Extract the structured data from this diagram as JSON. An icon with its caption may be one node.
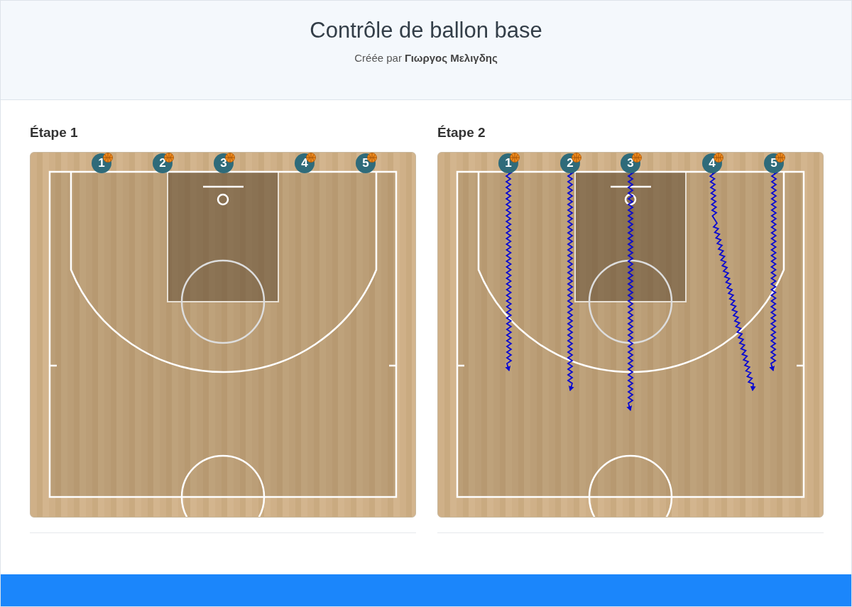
{
  "diagram": {
    "title": "Contrôle de ballon base",
    "nodes": [
      {
        "text": [
          "1"
        ]
      },
      {
        "text": [
          "2"
        ]
      },
      {
        "text": [
          "3"
        ]
      },
      {
        "text": [
          "4"
        ]
      },
      {
        "text": [
          "5"
        ]
      },
      {
        "text": [
          "1"
        ]
      },
      {
        "text": [
          "2"
        ]
      },
      {
        "text": [
          "3"
        ]
      },
      {
        "text": [
          "4"
        ]
      },
      {
        "text": [
          "5"
        ]
      }
    ],
    "edges": [
      {
        "from": 5,
        "to": null,
        "arrow": "to"
      },
      {
        "from": 6,
        "to": null,
        "arrow": "to"
      },
      {
        "from": 7,
        "to": null,
        "arrow": "to"
      },
      {
        "from": 8,
        "to": null,
        "arrow": "to"
      },
      {
        "from": 9,
        "to": null,
        "arrow": "to"
      }
    ],
    "labels": [
      "Créée par **Γιωργος Μελιγδης**",
      "Étape 1",
      "Étape 2"
    ]
  }
}
